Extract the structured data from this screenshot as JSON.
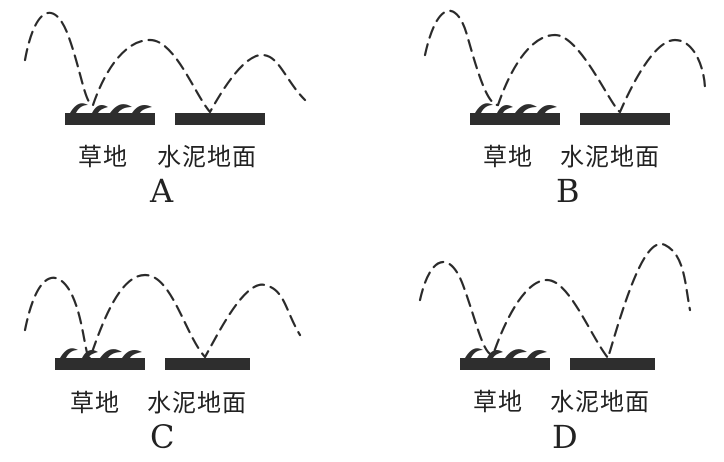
{
  "options": [
    {
      "letter": "A",
      "grass_label": "草地",
      "concrete_label": "水泥地面"
    },
    {
      "letter": "B",
      "grass_label": "草地",
      "concrete_label": "水泥地面"
    },
    {
      "letter": "C",
      "grass_label": "草地",
      "concrete_label": "水泥地面"
    },
    {
      "letter": "D",
      "grass_label": "草地",
      "concrete_label": "水泥地面"
    }
  ]
}
